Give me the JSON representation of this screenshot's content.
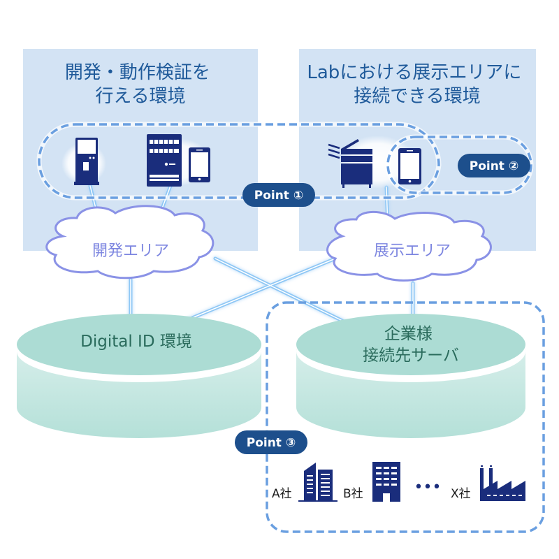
{
  "panels": {
    "dev_env": {
      "title_lines": [
        "開発・動作検証を",
        "行える環境"
      ]
    },
    "lab_env": {
      "title_lines": [
        "Labにおける展示エリアに",
        "接続できる環境"
      ]
    }
  },
  "clouds": {
    "dev_area": {
      "label": "開発エリア"
    },
    "exhibit_area": {
      "label": "展示エリア"
    }
  },
  "databases": {
    "digital_id": {
      "label_lines": [
        "Digital ID 環境"
      ]
    },
    "customer_server": {
      "label_lines": [
        "企業様",
        "接続先サーバ"
      ]
    }
  },
  "badges": {
    "point1": {
      "label": "Point ①"
    },
    "point2": {
      "label": "Point ②"
    },
    "point3": {
      "label": "Point ③"
    }
  },
  "devices": {
    "kiosk": {
      "icon": "kiosk-terminal-icon"
    },
    "vending": {
      "icon": "vending-machine-icon"
    },
    "smartphone_dev": {
      "icon": "smartphone-icon"
    },
    "multifunction_printer": {
      "icon": "printer-icon"
    },
    "smartphone_lab": {
      "icon": "smartphone-icon"
    }
  },
  "companies": [
    {
      "label": "A社",
      "icon": "office-building-icon"
    },
    {
      "label": "B社",
      "icon": "building-icon"
    },
    {
      "label": "X社",
      "icon": "factory-icon"
    }
  ],
  "ellipsis": "•••",
  "colors": {
    "panel_bg": "#d3e3f4",
    "navy": "#1a2d7c",
    "badge": "#1d4f8c",
    "dash": "#6a9fe0",
    "cloud_stroke": "#8a92e6",
    "db_top": "#acdcd4",
    "db_side": "#cde9e5",
    "link": "#8ec7f5"
  }
}
